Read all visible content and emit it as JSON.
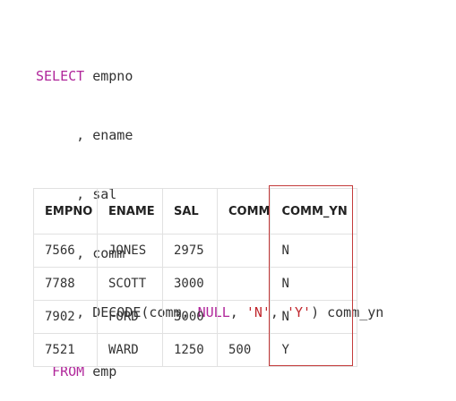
{
  "sql": {
    "select_kw": "SELECT",
    "col1": " empno",
    "line2": "     , ename",
    "line3": "     , sal",
    "line4": "     , comm",
    "line5_prefix": "     , DECODE(comm, ",
    "null_kw": "NULL",
    "sep1": ", ",
    "str_n": "'N'",
    "sep2": ", ",
    "str_y": "'Y'",
    "line5_suffix": ") comm_yn",
    "from_indent": "  ",
    "from_kw": "FROM",
    "from_table": " emp"
  },
  "table": {
    "headers": [
      "EMPNO",
      "ENAME",
      "SAL",
      "COMM",
      "COMM_YN"
    ],
    "rows": [
      [
        "7566",
        "JONES",
        "2975",
        "",
        "N"
      ],
      [
        "7788",
        "SCOTT",
        "3000",
        "",
        "N"
      ],
      [
        "7902",
        "FORD",
        "3000",
        "",
        "N"
      ],
      [
        "7521",
        "WARD",
        "1250",
        "500",
        "Y"
      ]
    ]
  },
  "colors": {
    "keyword": "#b0269a",
    "string": "#c0262d",
    "highlight_border": "#c43b3b",
    "table_border": "#e1e1e1"
  }
}
